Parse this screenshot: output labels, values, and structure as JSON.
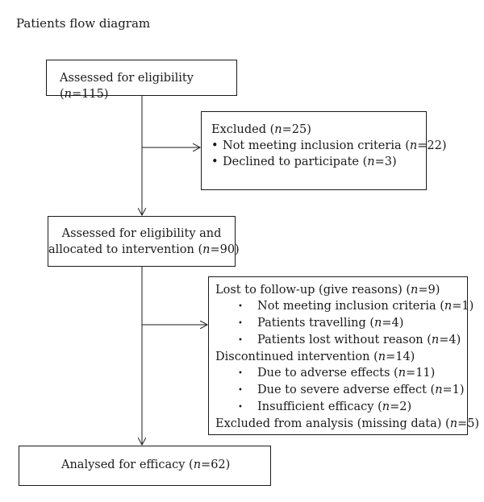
{
  "title": "Patients flow diagram",
  "assessed": {
    "label": "Assessed for eligibility (",
    "n_sym": "n",
    "n_val": "=115)"
  },
  "excluded": {
    "heading": {
      "label": "Excluded  (",
      "n_sym": "n",
      "n_val": "=25)"
    },
    "items": [
      {
        "label": "Not meeting inclusion criteria (",
        "n_sym": "n",
        "n_val": "=22)"
      },
      {
        "label": "Declined to participate (",
        "n_sym": "n",
        "n_val": "=3)"
      }
    ]
  },
  "allocated": {
    "line1": "Assessed for eligibility and",
    "line2": {
      "label": "allocated to intervention (",
      "n_sym": "n",
      "n_val": "=90)"
    }
  },
  "lost": {
    "lost_heading": {
      "label": "Lost to follow-up (give reasons) (",
      "n_sym": "n",
      "n_val": "=9)"
    },
    "lost_items": [
      {
        "label": "Not meeting inclusion criteria (",
        "n_sym": "n",
        "n_val": "=1)"
      },
      {
        "label": "Patients travelling (",
        "n_sym": "n",
        "n_val": "=4)"
      },
      {
        "label": "Patients lost without reason (",
        "n_sym": "n",
        "n_val": "=4)"
      }
    ],
    "disc_heading": {
      "label": "Discontinued intervention (",
      "n_sym": "n",
      "n_val": "=14)"
    },
    "disc_items": [
      {
        "label": "Due to adverse effects (",
        "n_sym": "n",
        "n_val": "=11)"
      },
      {
        "label": "Due to severe adverse effect (",
        "n_sym": "n",
        "n_val": "=1)"
      },
      {
        "label": "Insufficient efficacy (",
        "n_sym": "n",
        "n_val": "=2)"
      }
    ],
    "excl_analysis": {
      "label": "Excluded from analysis (missing data) (",
      "n_sym": "n",
      "n_val": "=5)"
    }
  },
  "analysed": {
    "label": "Analysed for efficacy (",
    "n_sym": "n",
    "n_val": "=62)"
  },
  "bullet": "•"
}
